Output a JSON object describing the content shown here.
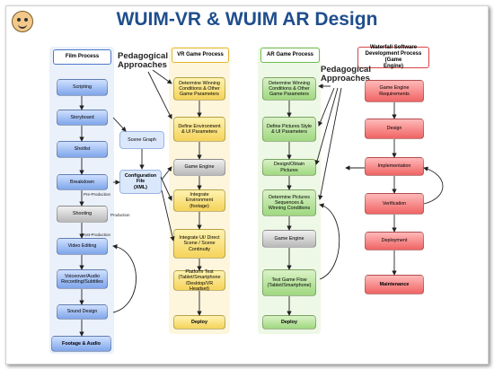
{
  "title": "WUIM-VR & WUIM AR Design",
  "pedagogical_left": "Pedagogical\nApproaches",
  "pedagogical_right": "Pedagogical\nApproaches",
  "film": {
    "header": "Film Process",
    "steps": [
      "Scripting",
      "Storyboard",
      "Shotlist",
      "Breakdown",
      "Shooting",
      "Video Editing",
      "Voiceover/Audio\nRecording/Subtitles",
      "Sound Design",
      "Footage & Audio"
    ],
    "scene_graph": "Scene Graph",
    "config_file": "Configuration\nFile\n(XML)",
    "pre_production": "Pre-Production",
    "production": "Production",
    "post_production": "Post-Production"
  },
  "vr": {
    "header": "VR Game Process",
    "steps": [
      "Determine Winning\nConditions & Other\nGame Parameters",
      "Define Environment\n& UI Parameters",
      "Game Engine",
      "Integrate\nEnvironment\n(footage)",
      "Integrate UI/ Direct\nScene / Scene\nContinuity",
      "Platform Test\n(Tablet/Smartphone\n/Desktop/VR\nHeadset)",
      "Deploy"
    ]
  },
  "ar": {
    "header": "AR Game Process",
    "steps": [
      "Determine Winning\nConditions & Other\nGame Parameters",
      "Define Pictures Style\n& UI Parameters",
      "Design/Obtain\nPictures",
      "Determine Pictures\nSequences &\nWinning Conditions",
      "Game Engine",
      "Test Game Flow\n(Tablet/Smartphone)",
      "Deploy"
    ]
  },
  "waterfall": {
    "header": "Waterfall Software\nDevelopment Process (Game\nEngine)",
    "steps": [
      "Game Engine\nRequirements",
      "Design",
      "Implementation",
      "Verification",
      "Deployment",
      "Maintenance"
    ]
  }
}
